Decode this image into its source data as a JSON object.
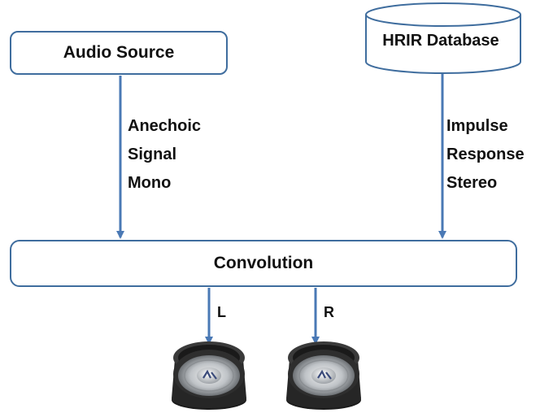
{
  "nodes": {
    "audio_source": "Audio Source",
    "hrir_database": "HRIR Database",
    "convolution": "Convolution"
  },
  "edges": {
    "source_to_convolution": [
      "Anechoic",
      "Signal",
      "Mono"
    ],
    "database_to_convolution": [
      "Impulse",
      "Response",
      "Stereo"
    ]
  },
  "outputs": {
    "left": "L",
    "right": "R"
  },
  "colors": {
    "border": "#3f6d9e",
    "arrow": "#4a79b5",
    "text": "#111111"
  },
  "icons": [
    "speaker-left-icon",
    "speaker-right-icon"
  ]
}
